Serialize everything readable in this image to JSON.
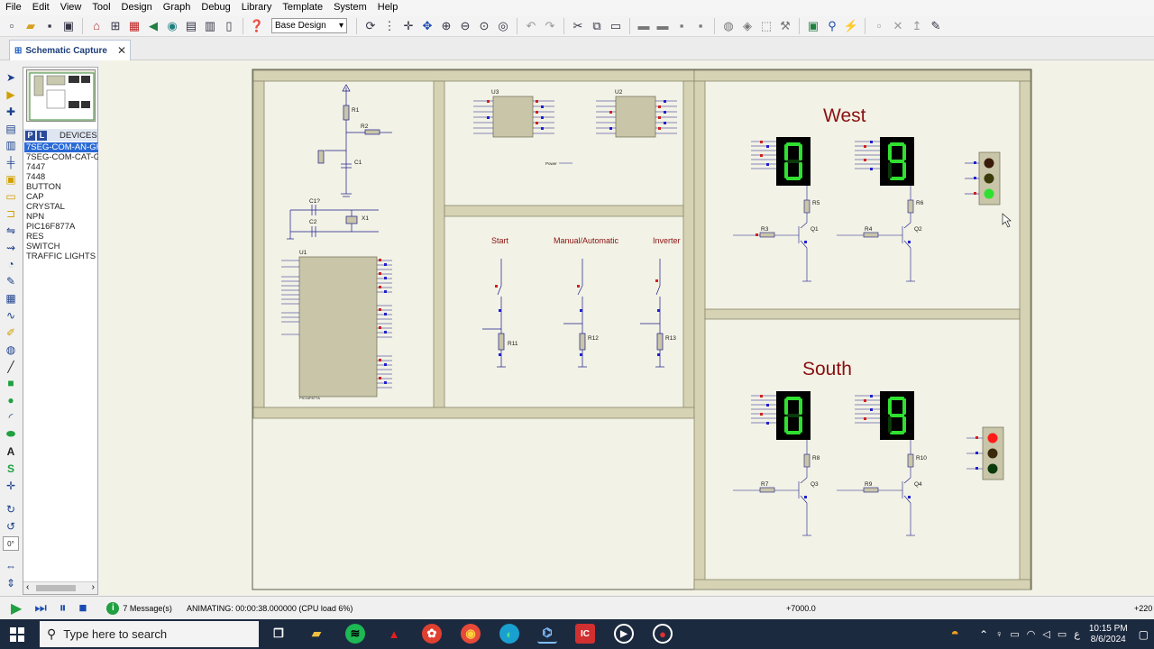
{
  "menu": [
    "File",
    "Edit",
    "View",
    "Tool",
    "Design",
    "Graph",
    "Debug",
    "Library",
    "Template",
    "System",
    "Help"
  ],
  "toolbar": {
    "design_value": "Base Design"
  },
  "tab": {
    "label": "Schematic Capture",
    "close": "✕"
  },
  "devices": {
    "header": "DEVICES",
    "p_btn": "P",
    "l_btn": "L",
    "items": [
      "7SEG-COM-AN-GF",
      "7SEG-COM-CAT-G",
      "7447",
      "7448",
      "BUTTON",
      "CAP",
      "CRYSTAL",
      "NPN",
      "PIC16F877A",
      "RES",
      "SWITCH",
      "TRAFFIC LIGHTS"
    ]
  },
  "schematic": {
    "west_title": "West",
    "south_title": "South",
    "switch_labels": {
      "start": "Start",
      "manual": "Manual/Automatic",
      "inverter": "Inverter"
    },
    "resistors": {
      "r1": "R1",
      "r2": "R2",
      "r3": "R3",
      "r4": "R4",
      "r5": "R5",
      "r6": "R6",
      "r7": "R7",
      "r8": "R8",
      "r9": "R9",
      "r10": "R10",
      "r11": "R11",
      "r12": "R12",
      "r13": "R13"
    },
    "caps": {
      "c1": "C1",
      "c2": "C2",
      "c17": "C1?"
    },
    "crystal": "X1",
    "transistors": {
      "q1": "Q1",
      "q2": "Q2",
      "q3": "Q3",
      "q4": "Q4"
    },
    "ics": {
      "u1": "U1",
      "u2": "U2",
      "u3": "U3",
      "u1_part": "PIC16F877A"
    },
    "power_label": "Power",
    "west_digits": [
      "0",
      "9"
    ],
    "south_digits": [
      "0",
      "9"
    ],
    "colors": {
      "seg_on": "#30e030",
      "seg_off": "#0a3a0a",
      "wire": "#1a1a8a",
      "light_red": "#ff1a1a",
      "light_green": "#30e030",
      "title_red": "#8a1010"
    }
  },
  "status": {
    "messages": "7 Message(s)",
    "animating": "ANIMATING: 00:00:38.000000 (CPU load 6%)",
    "coord_y": "+7000.0",
    "coord_x": "+220"
  },
  "taskbar": {
    "search_placeholder": "Type here to search",
    "time": "10:15 PM",
    "date": "8/6/2024"
  }
}
